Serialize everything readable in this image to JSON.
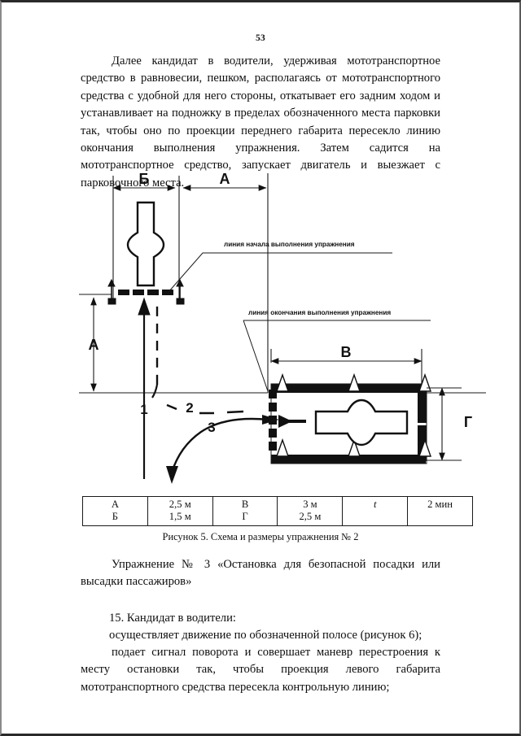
{
  "document": {
    "page_number": "53",
    "paragraphs": [
      {
        "id": "p1",
        "text": "Далее кандидат в водители, удерживая мототранспортное средство в равновесии, пешком, располагаясь от мототранспортного средства с удобной для него стороны, откатывает его задним ходом и устанавливает на подножку в пределах обозначенного места парковки так, чтобы оно по проекции переднего габарита пересекло линию окончания выполнения упражнения. Затем садится на мототранспортное средство, запускает двигатель и выезжает с парковочного места."
      },
      {
        "id": "p2",
        "text": "Упражнение № 3 «Остановка для безопасной посадки или высадки пассажиров»"
      },
      {
        "id": "p3",
        "text": "15.   Кандидат в водители:"
      },
      {
        "id": "p4",
        "text": "осуществляет движение по обозначенной полосе (рисунок 6);"
      },
      {
        "id": "p5",
        "text": "подает сигнал поворота и совершает маневр перестроения к месту остановки так, чтобы проекция левого габарита мототранспортного средства пересекла контрольную линию;"
      }
    ]
  },
  "figure": {
    "caption": "Рисунок 5. Схема и размеры упражнения № 2",
    "annotations": {
      "start_line": "линия начала выполнения упражнения",
      "finish_line": "линия окончания выполнения упражнения"
    },
    "dimension_labels": {
      "b_top": "Б",
      "a_top": "А",
      "a_left": "А",
      "v_right": "В",
      "g_right": "Г"
    },
    "path_markers": [
      "1",
      "2",
      "3"
    ]
  },
  "dims_table": {
    "rows": [
      [
        "А",
        "2,5 м",
        "В",
        "3 м",
        "t",
        "2 мин"
      ],
      [
        "Б",
        "1,5 м",
        "Г",
        "2,5 м",
        "",
        ""
      ]
    ]
  },
  "colors": {
    "ink": "#0d0d0d",
    "line": "#1a1a1a",
    "page_bg": "#ffffff"
  }
}
